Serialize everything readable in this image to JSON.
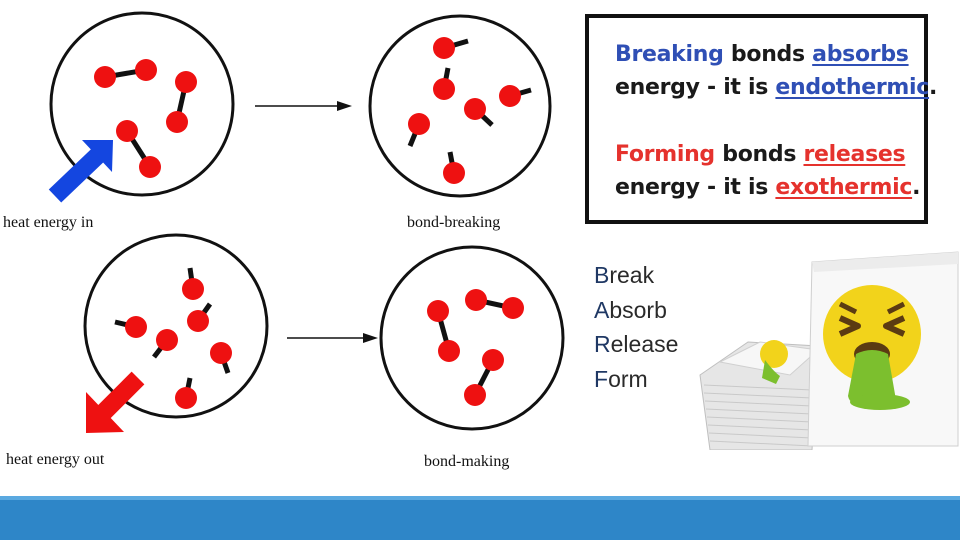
{
  "diagram": {
    "label_heat_in": "heat energy in",
    "label_bond_breaking": "bond-breaking",
    "label_heat_out": "heat energy out",
    "label_bond_making": "bond-making"
  },
  "info_box": {
    "line1_word1": "Breaking",
    "line1_word2": " bonds ",
    "line1_word3": "absorbs",
    "line2_word1": "energy - it is ",
    "line2_word2": "endothermic",
    "line2_word3": ".",
    "line3_word1": "Forming",
    "line3_word2": " bonds ",
    "line3_word3": "releases",
    "line4_word1": "energy - it is ",
    "line4_word2": "exothermic",
    "line4_word3": "."
  },
  "mnemonic": [
    {
      "first": "B",
      "rest": "reak"
    },
    {
      "first": "A",
      "rest": "bsorb"
    },
    {
      "first": "R",
      "rest": "elease"
    },
    {
      "first": "F",
      "rest": "orm"
    }
  ],
  "colors": {
    "atom": "#ee1111",
    "arrow_in": "#1446e0",
    "arrow_out": "#ee1111",
    "emoji": "#f2d31b",
    "vomit": "#7cbf2e",
    "footer": "#2e86c8"
  }
}
